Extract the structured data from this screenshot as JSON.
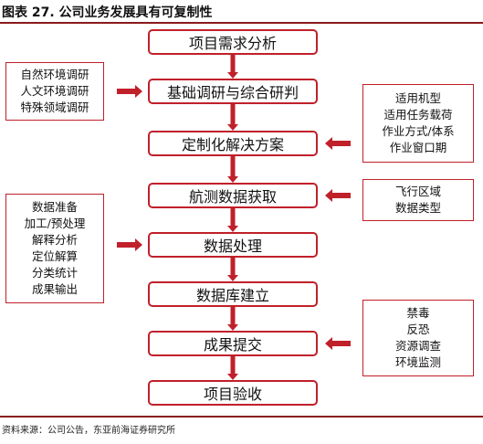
{
  "title": "图表 27. 公司业务发展具有可复制性",
  "source": "资料来源：公司公告，东亚前海证券研究所",
  "steps": [
    "项目需求分析",
    "基础调研与综合研判",
    "定制化解决方案",
    "航测数据获取",
    "数据处理",
    "数据库建立",
    "成果提交",
    "项目验收"
  ],
  "left_notes": [
    [
      "自然环境调研",
      "人文环境调研",
      "特殊领域调研"
    ],
    [
      "数据准备",
      "加工/预处理",
      "解释分析",
      "定位解算",
      "分类统计",
      "成果输出"
    ]
  ],
  "right_notes": [
    [
      "适用机型",
      "适用任务载荷",
      "作业方式/体系",
      "作业窗口期"
    ],
    [
      "飞行区域",
      "数据类型"
    ],
    [
      "禁毒",
      "反恐",
      "资源调查",
      "环境监测"
    ]
  ],
  "colors": {
    "accent": "#c0202a",
    "rule": "#8a1a1a"
  }
}
